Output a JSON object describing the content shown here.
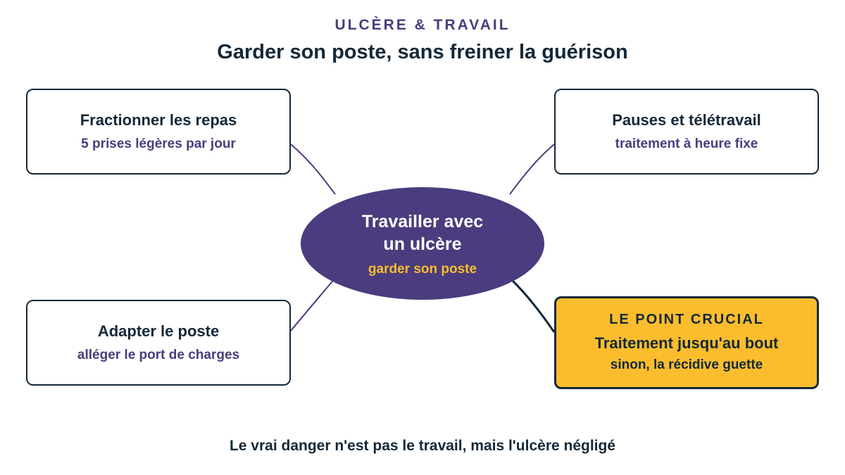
{
  "header": {
    "kicker": "ULCÈRE & TRAVAIL",
    "title": "Garder son poste, sans freiner la guérison"
  },
  "center": {
    "line1": "Travailler avec",
    "line2": "un ulcère",
    "subtitle": "garder son poste"
  },
  "nodes": {
    "top_left": {
      "title": "Fractionner les repas",
      "subtitle": "5 prises légères par jour"
    },
    "top_right": {
      "title": "Pauses et télétravail",
      "subtitle": "traitement à heure fixe"
    },
    "bottom_left": {
      "title": "Adapter le poste",
      "subtitle": "alléger le port de charges"
    },
    "bottom_right": {
      "tag": "LE POINT CRUCIAL",
      "title": "Traitement jusqu'au bout",
      "subtitle": "sinon, la récidive guette"
    }
  },
  "footer": {
    "text": "Le vrai danger n'est pas le travail, mais l'ulcère négligé"
  },
  "colors": {
    "ink": "#142838",
    "purple": "#4a3c7e",
    "accent": "#fbbd2e",
    "background": "#ffffff"
  }
}
